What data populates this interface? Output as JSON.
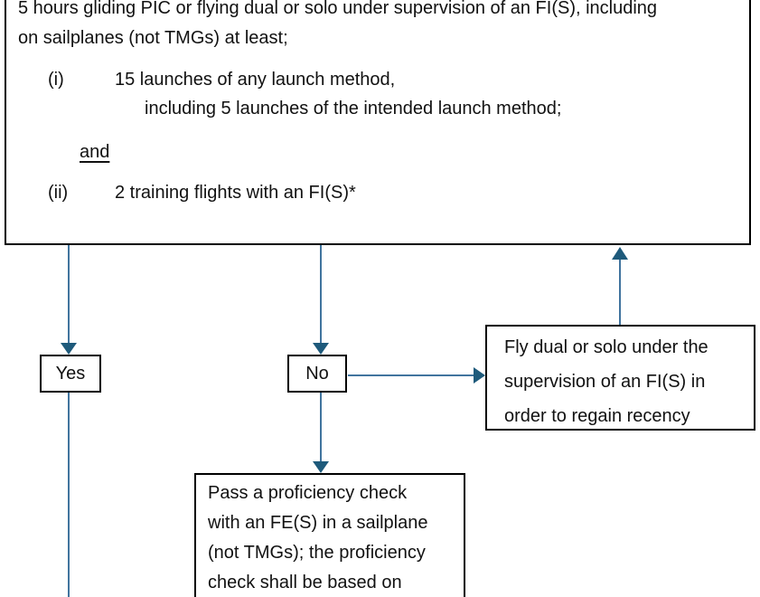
{
  "palette": {
    "background": "#ffffff",
    "box_border": "#000000",
    "text": "#111111",
    "connector_line": "#41749e",
    "arrowhead": "#1e5a7b"
  },
  "criteria_box": {
    "intro_line1": "5 hours gliding PIC or flying dual or solo under supervision of an FI(S), including",
    "intro_line2": "on sailplanes (not TMGs) at least;",
    "item1_marker": "(i)",
    "item1_line1": "15 launches of any launch method,",
    "item1_line2": "including 5 launches of the intended launch method;",
    "conjunction": "and",
    "item2_marker": "(ii)",
    "item2_line1": "2 training flights with an FI(S)*"
  },
  "decision": {
    "yes_label": "Yes",
    "no_label": "No"
  },
  "regain_box": {
    "line1": "Fly dual or solo under the",
    "line2": "supervision of an FI(S) in",
    "line3": "order to regain recency"
  },
  "proficiency_box": {
    "line1": "Pass a proficiency check",
    "line2": "with an FE(S) in a sailplane",
    "line3": "(not TMGs); the proficiency",
    "line4": "check shall be based on"
  }
}
